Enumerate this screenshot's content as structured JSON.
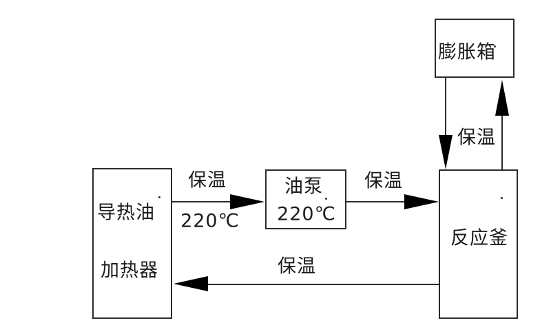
{
  "diagram": {
    "title": "heat-transfer-oil-system-flow-diagram",
    "boxes": {
      "tank": {
        "label": "膨胀箱"
      },
      "heater": {
        "line1": "导热油",
        "line2": "加热器"
      },
      "pump": {
        "line1": "油泵",
        "line2": "220℃"
      },
      "reactor": {
        "label": "反应釜"
      }
    },
    "edge_labels": {
      "heater_to_pump_top": "保温",
      "heater_to_pump_bottom": "220℃",
      "pump_to_reactor": "保温",
      "tank_reactor_vertical": "保温",
      "reactor_to_heater": "保温"
    },
    "colors": {
      "line": "#2b2b2b",
      "arrowhead": "#000000",
      "background": "#ffffff",
      "text": "#1c1c1c"
    }
  }
}
